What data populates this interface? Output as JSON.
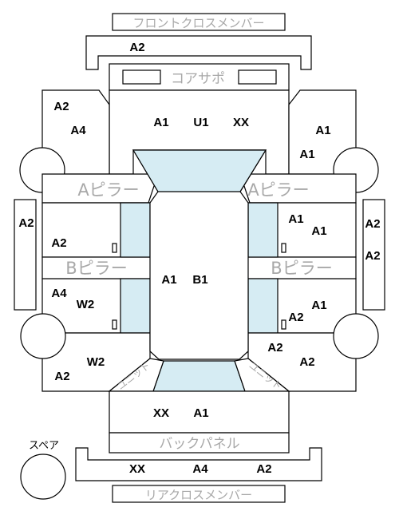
{
  "labels": {
    "front_cross_member": "フロントクロスメンバー",
    "core_support": "コアサポ",
    "a_pillar_left": "Aピラー",
    "a_pillar_right": "Aピラー",
    "b_pillar_left": "Bピラー",
    "b_pillar_right": "Bピラー",
    "back_panel": "バックパネル",
    "rear_cross_member": "リアクロスメンバー",
    "spare": "スペア",
    "unit_left": "ユニット",
    "unit_right": "ユニット"
  },
  "codes": {
    "front_member": "A2",
    "hood_1": "A1",
    "hood_2": "U1",
    "hood_3": "XX",
    "fl_fender_1": "A2",
    "fl_fender_2": "A4",
    "fr_fender_1": "A1",
    "fr_fender_2": "A1",
    "l_side_sill": "A2",
    "r_side_sill_1": "A2",
    "r_side_sill_2": "A2",
    "fl_door": "A2",
    "fr_door_1": "A1",
    "fr_door_2": "A1",
    "roof_1": "A1",
    "roof_2": "B1",
    "rl_door_1": "A4",
    "rl_door_2": "W2",
    "rr_door_1": "A1",
    "rr_door_2": "A2",
    "rl_quarter_1": "W2",
    "rl_quarter_2": "A2",
    "rr_quarter_1": "A2",
    "rr_quarter_2": "A2",
    "trunk_1": "XX",
    "trunk_2": "A1",
    "rear_member_1": "XX",
    "rear_member_2": "A4",
    "rear_member_3": "A2"
  }
}
